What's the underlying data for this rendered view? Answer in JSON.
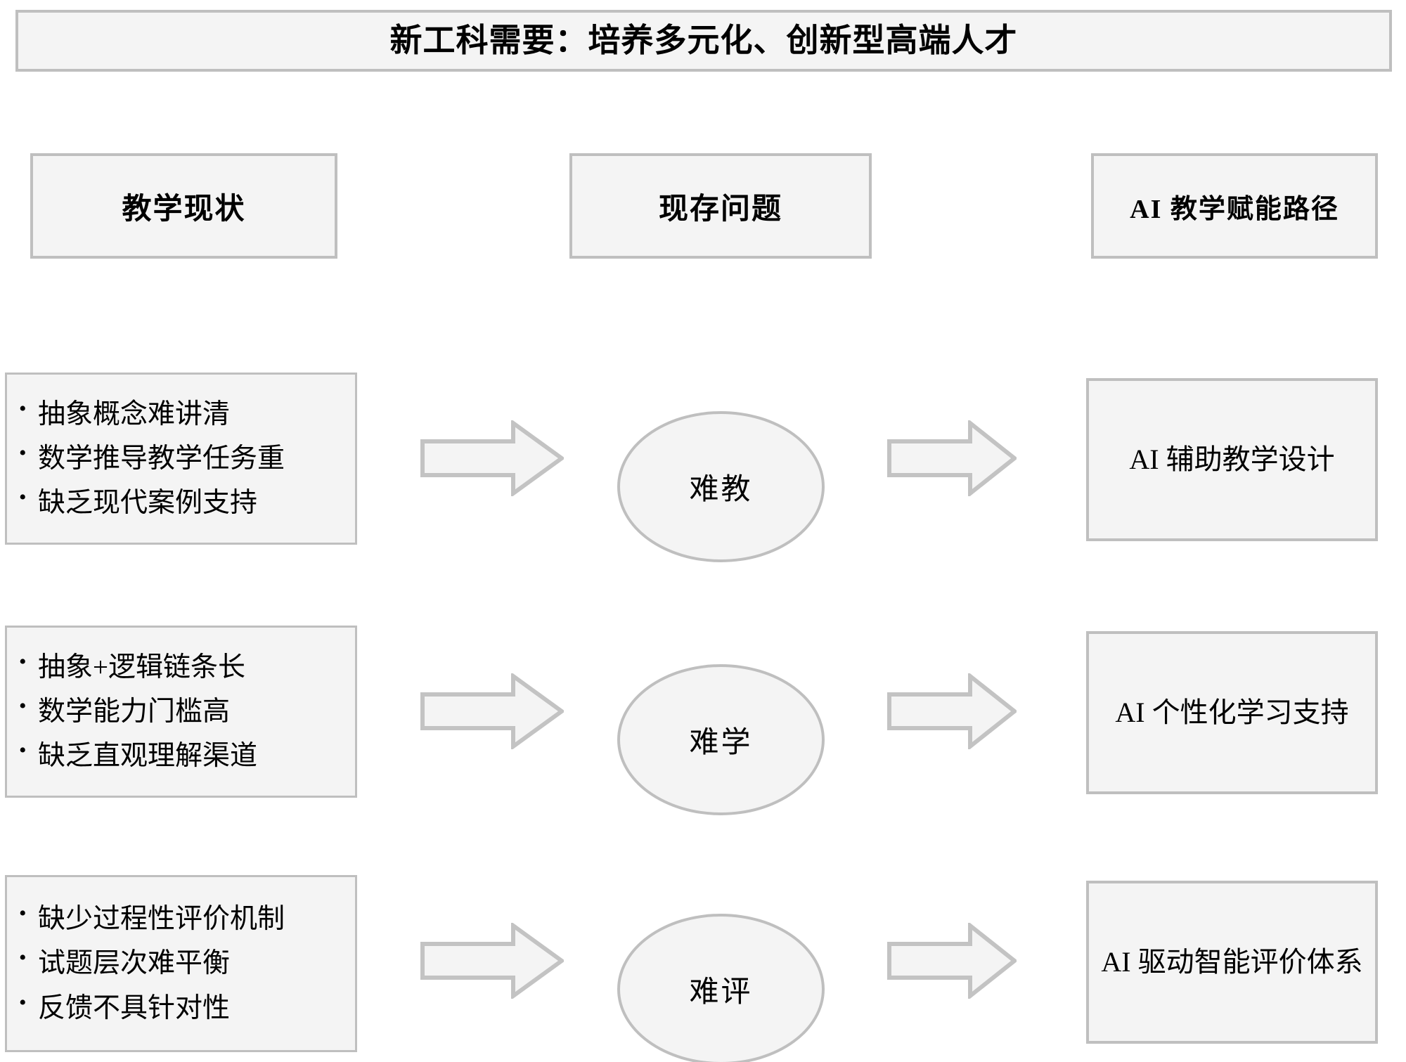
{
  "diagram": {
    "title": "新工科需要：培养多元化、创新型高端人才",
    "headers": [
      {
        "label": "教学现状"
      },
      {
        "label": "现存问题"
      },
      {
        "label": "AI 教学赋能路径"
      }
    ],
    "arrow_icon_name": "right-block-arrow-icon",
    "colors": {
      "shape_fill": "#f4f4f4",
      "shape_border": "#bfbfbf",
      "text": "#000000",
      "background": "#ffffff"
    },
    "rows": [
      {
        "current_state": [
          "抽象概念难讲清",
          "数学推导教学任务重",
          "缺乏现代案例支持"
        ],
        "problem": "难教",
        "ai_path": "AI 辅助教学设计"
      },
      {
        "current_state": [
          "抽象+逻辑链条长",
          "数学能力门槛高",
          "缺乏直观理解渠道"
        ],
        "problem": "难学",
        "ai_path": "AI 个性化学习支持"
      },
      {
        "current_state": [
          "缺少过程性评价机制",
          "试题层次难平衡",
          "反馈不具针对性"
        ],
        "problem": "难评",
        "ai_path": "AI 驱动智能评价体系"
      }
    ],
    "bullet_glyph": "•"
  }
}
